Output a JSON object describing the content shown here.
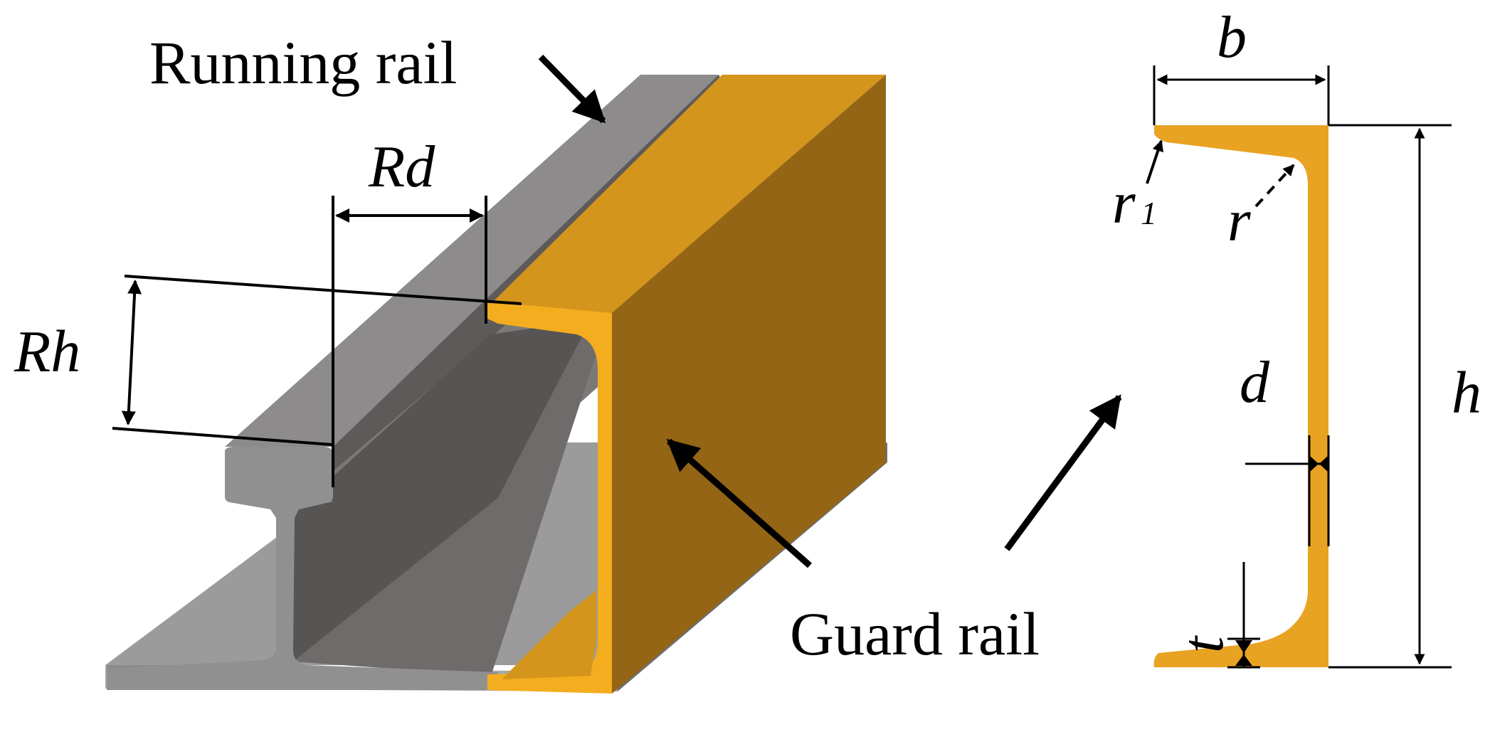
{
  "labels": {
    "running_rail": "Running rail",
    "guard_rail": "Guard rail",
    "rd": "Rd",
    "rh": "Rh",
    "b": "b",
    "r1_main": "r",
    "r1_sub": "1",
    "r": "r",
    "d": "d",
    "h": "h",
    "t": "t"
  },
  "colors": {
    "rail_top": "#8a8a8a",
    "rail_side": "#7a7878",
    "rail_dark": "#575454",
    "guard_face": "#f4ad1e",
    "guard_top": "#d4951c",
    "guard_side": "#946515",
    "section_fill": "#e8a323"
  }
}
